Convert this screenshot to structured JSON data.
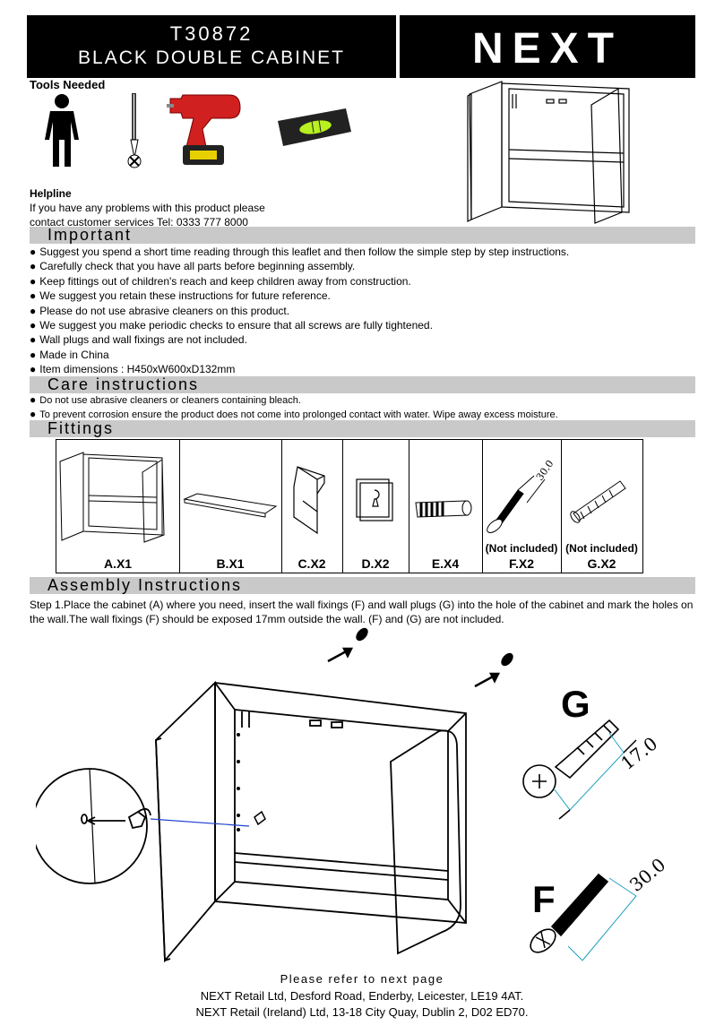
{
  "header": {
    "code": "T30872",
    "title": "BLACK DOUBLE CABINET",
    "brand": "NEXT"
  },
  "tools": {
    "heading": "Tools Needed",
    "items": [
      "person-icon",
      "screwdriver-icon",
      "drill-icon",
      "spirit-level-icon"
    ]
  },
  "helpline": {
    "heading": "Helpline",
    "line1": "If you have any problems with this product please",
    "line2": "contact customer services Tel: 0333 777 8000"
  },
  "important": {
    "heading": "Important",
    "items": [
      "Suggest you spend a short time reading through this leaflet and then follow the simple step by step instructions.",
      "Carefully check that you have all parts before beginning assembly.",
      "Keep fittings out of children's reach and keep children away from construction.",
      "We suggest you retain these instructions for future reference.",
      "Please do not use abrasive cleaners on this product.",
      "We suggest you make periodic checks to ensure that all screws are fully tightened.",
      "Wall plugs and wall fixings are not included.",
      "Made in China",
      "Item dimensions :  H450xW600xD132mm"
    ]
  },
  "care": {
    "heading": "Care instructions",
    "items": [
      "Do not use abrasive cleaners or cleaners containing bleach.",
      "To prevent corrosion ensure the product does not come into prolonged contact with water.  Wipe away excess moisture."
    ]
  },
  "fittings": {
    "heading": "Fittings",
    "parts": [
      {
        "label": "A.X1",
        "note": ""
      },
      {
        "label": "B.X1",
        "note": ""
      },
      {
        "label": "C.X2",
        "note": ""
      },
      {
        "label": "D.X2",
        "note": ""
      },
      {
        "label": "E.X4",
        "note": ""
      },
      {
        "label": "F.X2",
        "note": "(Not included)"
      },
      {
        "label": "G.X2",
        "note": "(Not included)"
      }
    ],
    "screw_dim": "30.0"
  },
  "assembly": {
    "heading": "Assembly Instructions",
    "step1": "Step 1.Place the cabinet (A) where you need, insert the wall fixings (F) and wall plugs (G) into the hole of the cabinet and mark the holes on the wall.The wall fixings (F) should be exposed 17mm outside the wall. (F) and (G) are not included.",
    "label_g": "G",
    "label_f": "F",
    "dim_g": "17.0",
    "dim_f": "30.0"
  },
  "footer": {
    "next_page": "Please refer to next page",
    "address1": "NEXT Retail Ltd, Desford Road, Enderby, Leicester, LE19  4AT.",
    "address2": "NEXT Retail (Ireland) Ltd, 13-18 City Quay, Dublin 2, D02 ED70."
  }
}
